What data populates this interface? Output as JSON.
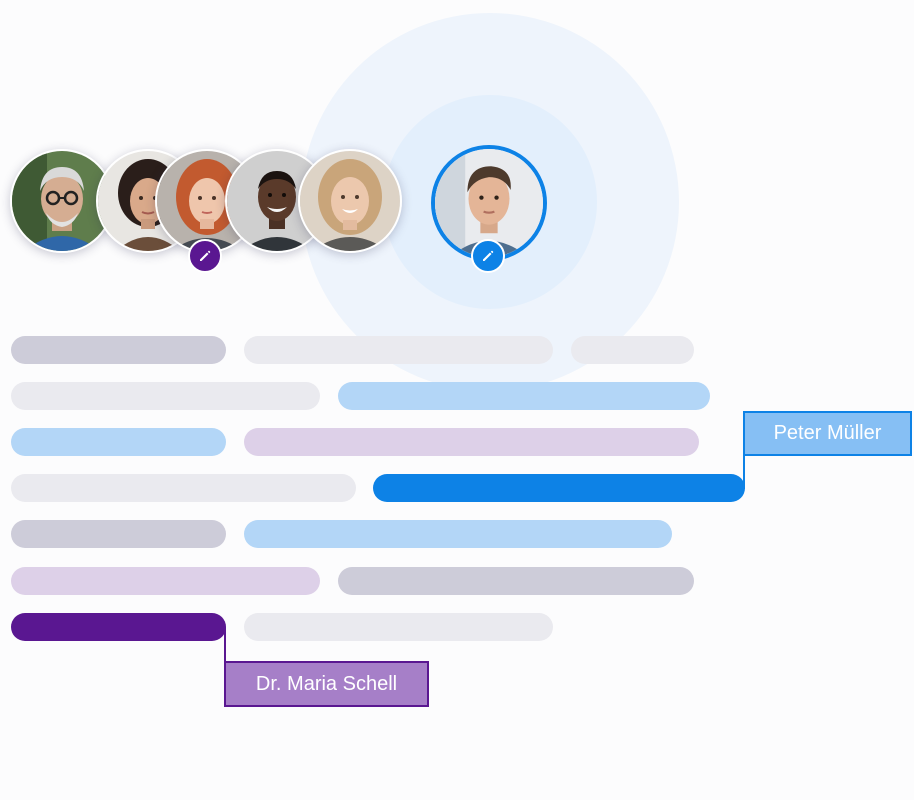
{
  "participants": [
    {
      "icon": "avatar-older-man-glasses"
    },
    {
      "icon": "avatar-woman-dark-hair"
    },
    {
      "icon": "avatar-woman-red-hair"
    },
    {
      "icon": "avatar-man-smiling"
    },
    {
      "icon": "avatar-woman-blonde"
    }
  ],
  "selected_participant": {
    "icon": "avatar-young-man"
  },
  "edit_badges": [
    {
      "icon": "pencil-icon",
      "color": "#5a1791"
    },
    {
      "icon": "pencil-icon",
      "color": "#0d82e6"
    }
  ],
  "colors": {
    "accent_blue": "#0d82e6",
    "light_blue": "#b3d6f7",
    "accent_purple": "#5a1791",
    "light_purple": "#ddd0e8",
    "gray": "#cdccd9",
    "light_gray": "#eaeaef"
  },
  "callouts": {
    "blue_name": "Peter Müller",
    "purple_name": "Dr. Maria Schell"
  }
}
